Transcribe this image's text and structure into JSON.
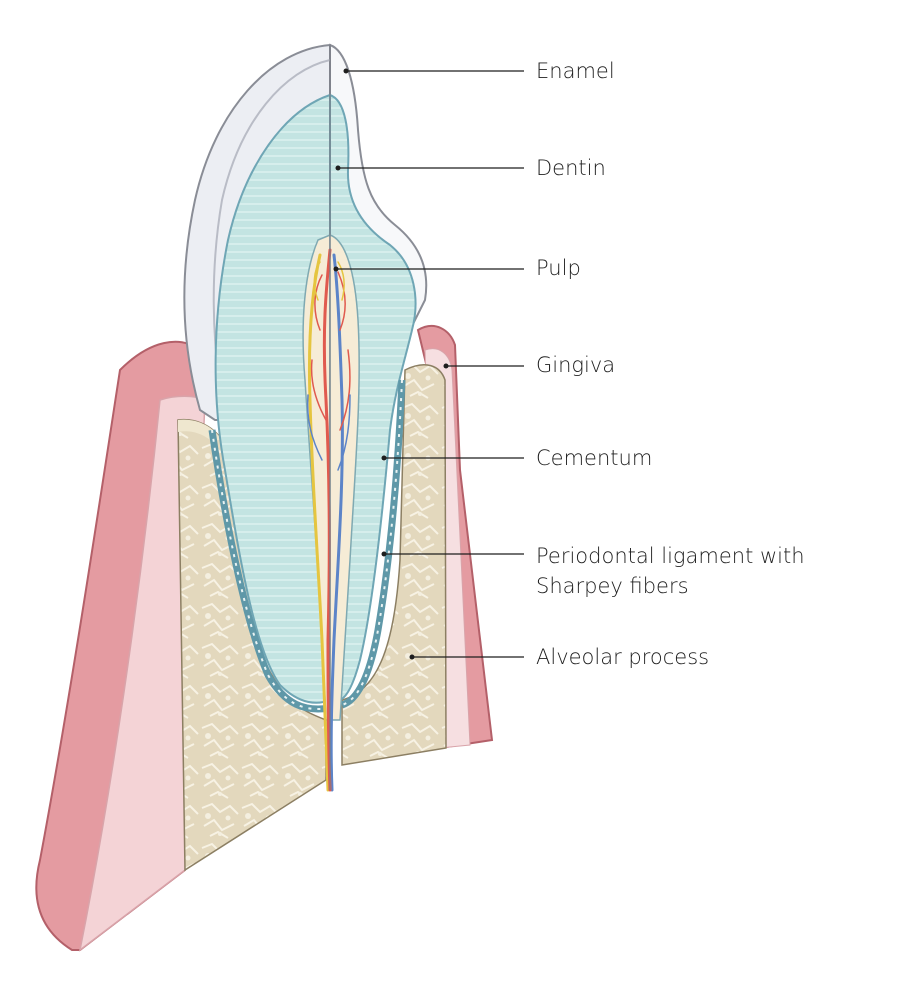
{
  "labels": {
    "enamel": "Enamel",
    "dentin": "Dentin",
    "pulp": "Pulp",
    "gingiva": "Gingiva",
    "cementum": "Cementum",
    "periodontal_line1": "Periodontal ligament with",
    "periodontal_line2": "Sharpey fibers",
    "alveolar": "Alveolar process"
  },
  "colors": {
    "gingiva": "#e49ba1",
    "gingiva_dark": "#c9737c",
    "gingiva_light": "#f6dfe1",
    "bone": "#efe7cf",
    "bone_spongy": "#e2d7bc",
    "dentin": "#bfe3e1",
    "cementum": "#6fa6b5",
    "enamel": "#eef0f4",
    "pulp": "#f6ecd6",
    "vessel_red": "#e05a4e",
    "vessel_blue": "#5c84c8",
    "vessel_yellow": "#e5c540"
  }
}
